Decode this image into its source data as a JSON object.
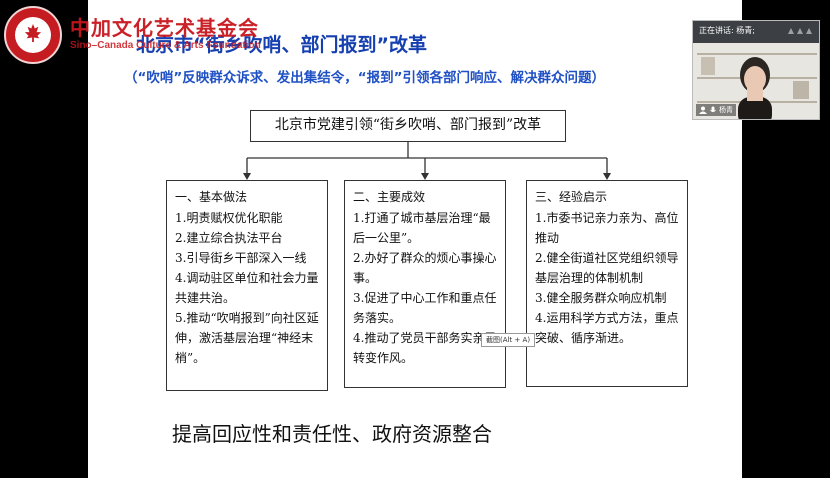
{
  "watermark": {
    "org_cn": "中加文化艺术基金会",
    "org_en": "Sino–Canada Culture & Arts Foundation"
  },
  "slide": {
    "title": "北京市“街乡吹哨、部门报到”改革",
    "subtitle": "（“吹哨”反映群众诉求、发出集结令，“报到”引领各部门响应、解决群众问题）",
    "top_box": "北京市党建引领“街乡吹哨、部门报到”改革",
    "columns": [
      {
        "heading": "一、基本做法",
        "items": [
          "1.明责赋权优化职能",
          "2.建立综合执法平台",
          "3.引导街乡干部深入一线",
          "4.调动驻区单位和社会力量共建共治。",
          "5.推动“吹哨报到”向社区延伸，激活基层治理“神经末梢”。"
        ]
      },
      {
        "heading": "二、主要成效",
        "items": [
          "1.打通了城市基层治理“最后一公里”。",
          "2.办好了群众的烦心事操心事。",
          "3.促进了中心工作和重点任务落实。",
          "4.推动了党员干部务实亲民转变作风。"
        ]
      },
      {
        "heading": "三、经验启示",
        "items": [
          "1.市委书记亲力亲为、高位推动",
          "2.健全街道社区党组织领导基层治理的体制机制",
          "3.健全服务群众响应机制",
          "4.运用科学方式方法，重点突破、循序渐进。"
        ]
      }
    ],
    "conclusion": "提高回应性和责任性、政府资源整合"
  },
  "tooltip": "截图(Alt + A)",
  "video": {
    "speaking_label": "正在讲话: 杨青;",
    "name": "杨青",
    "icons": {
      "more": "more-dots-icon",
      "user": "user-icon",
      "mic": "mic-icon"
    }
  },
  "colors": {
    "title_blue": "#1640b0",
    "watermark_red": "#c8161d",
    "background": "#000000"
  }
}
